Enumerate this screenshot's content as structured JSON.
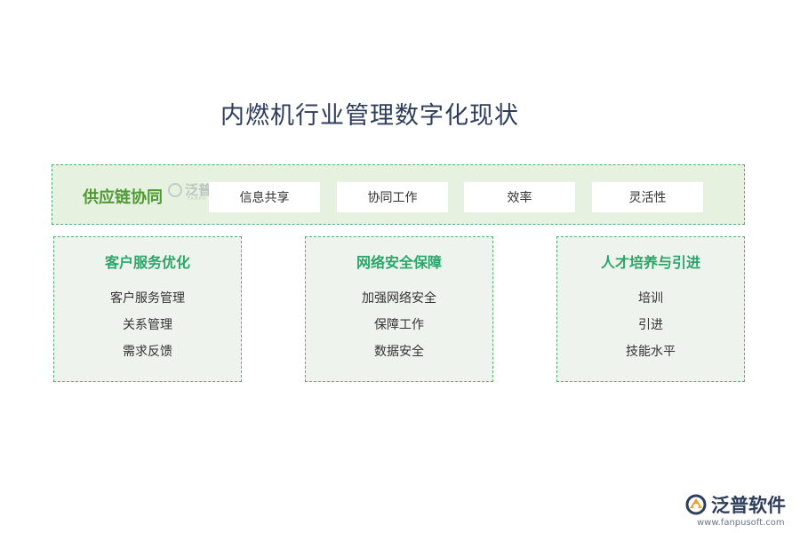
{
  "title": "内燃机行业管理数字化现状",
  "band": {
    "label": "供应链协同",
    "items": [
      "信息共享",
      "协同工作",
      "效率",
      "灵活性"
    ]
  },
  "boxes": [
    {
      "title": "客户服务优化",
      "items": [
        "客户服务管理",
        "关系管理",
        "需求反馈"
      ]
    },
    {
      "title": "网络安全保障",
      "items": [
        "加强网络安全",
        "保障工作",
        "数据安全"
      ]
    },
    {
      "title": "人才培养与引进",
      "items": [
        "培训",
        "引进",
        "技能水平"
      ]
    }
  ],
  "watermark": {
    "text": "泛普软件",
    "sub": "FANPU SOFTWARE"
  },
  "logo": {
    "name": "泛普软件",
    "url": "www.fanpusoft.com"
  },
  "colors": {
    "accent_green": "#2aa66a",
    "band_label_green": "#4f9a35",
    "border_green": "#56b07a",
    "band_fill": "#e6f1df",
    "box_fill": "#eff3ed",
    "title_navy": "#2f3d5c",
    "logo_orange": "#f0a030"
  }
}
